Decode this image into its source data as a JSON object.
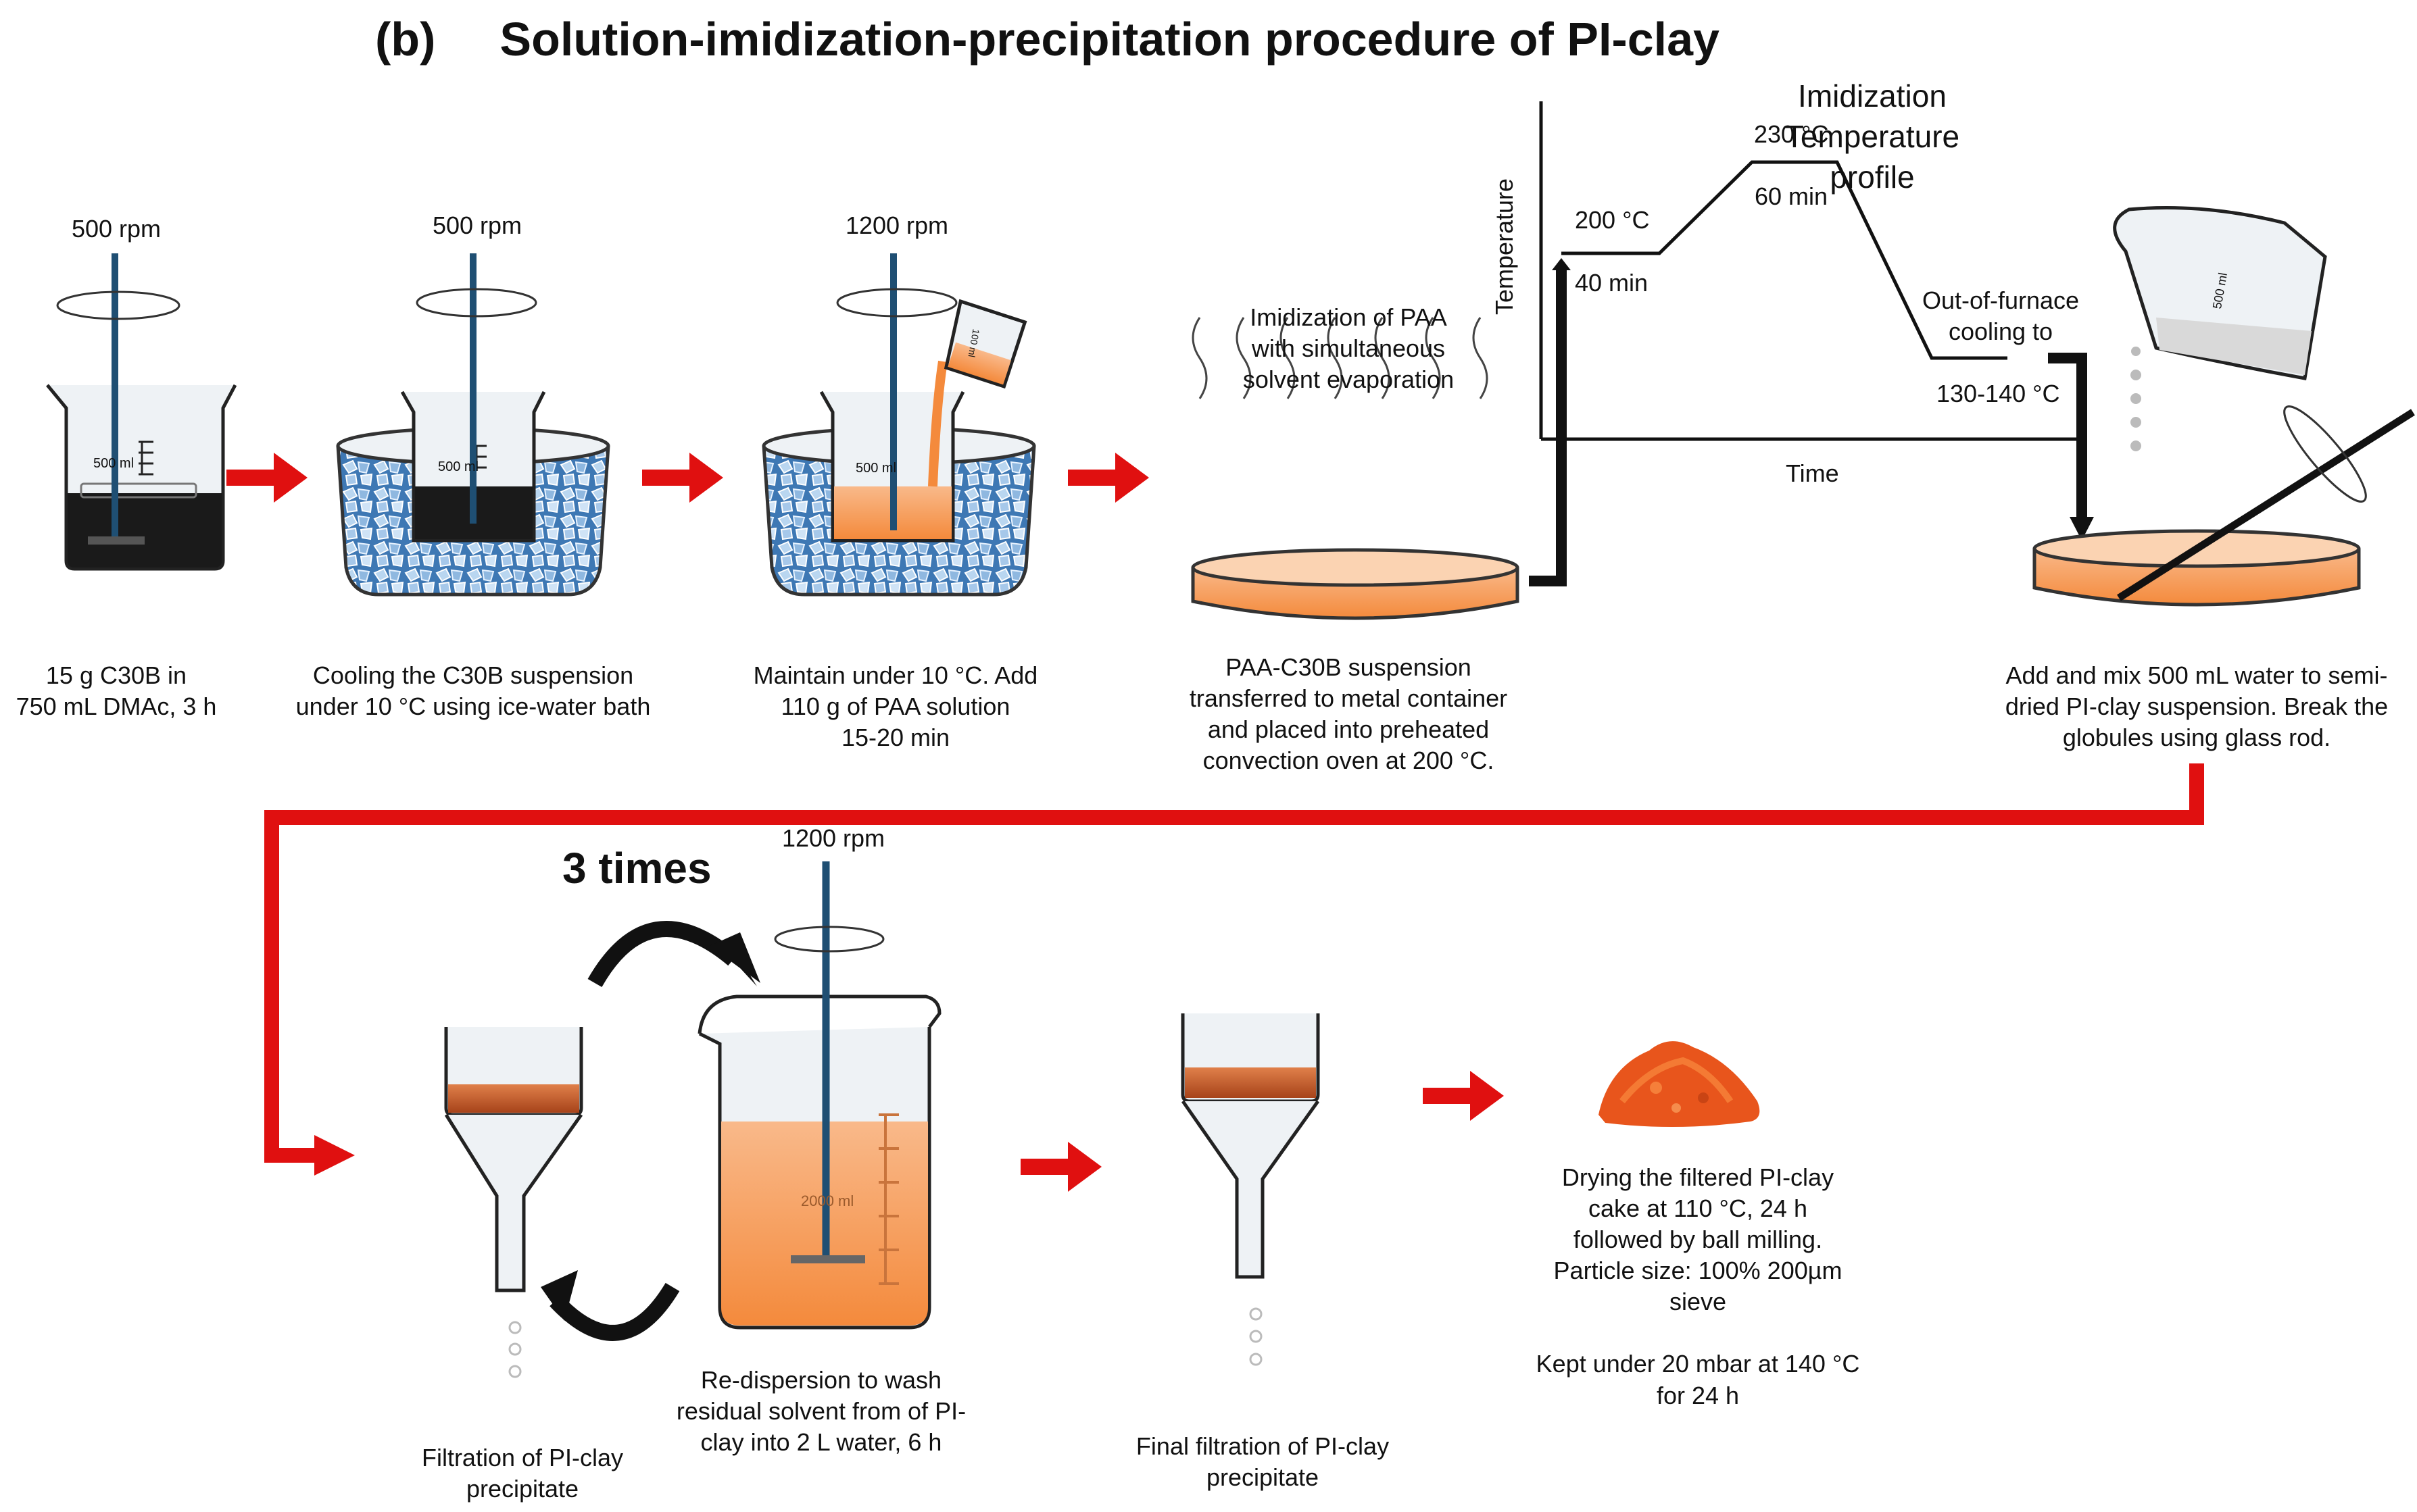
{
  "title": {
    "label": "(b)",
    "text": "Solution-imidization-precipitation procedure of PI-clay"
  },
  "colors": {
    "arrow_red": "#e01010",
    "orange": "#f7a35c",
    "dark_orange": "#c4501a",
    "ice_blue": "#5b93c9",
    "stirrer_blue": "#1f4f73"
  },
  "steps": [
    {
      "id": "step1",
      "rpm": "500 rpm",
      "beaker_mark": "500 ml",
      "lines": [
        "15 g C30B in",
        "750 mL DMAc, 3 h"
      ]
    },
    {
      "id": "step2",
      "rpm": "500 rpm",
      "beaker_mark": "500 ml",
      "lines": [
        "Cooling the C30B suspension",
        "under 10 °C using ice-water bath"
      ]
    },
    {
      "id": "step3",
      "rpm": "1200 rpm",
      "beaker_mark": "500 ml",
      "small_beaker_mark": "100 ml",
      "lines": [
        "Maintain under 10 °C. Add",
        "110 g of PAA solution",
        "15-20 min"
      ]
    },
    {
      "id": "step4",
      "heading": [
        "Imidization of PAA",
        "with simultaneous",
        "solvent evaporation"
      ],
      "lines": [
        "PAA-C30B suspension",
        "transferred to metal container",
        "and placed into preheated",
        "convection oven at 200 °C."
      ]
    },
    {
      "id": "step5",
      "beaker_mark": "500 ml",
      "lines": [
        "Add and mix 500 mL water to semi-",
        "dried PI-clay suspension. Break the",
        "globules using glass rod."
      ]
    },
    {
      "id": "step6",
      "lines": [
        "Filtration of PI-clay",
        "precipitate"
      ]
    },
    {
      "id": "step7",
      "rpm": "1200 rpm",
      "beaker_mark": "2000 ml",
      "repeat": "3 times",
      "lines": [
        "Re-dispersion to wash",
        "residual solvent from of PI-",
        "clay into 2 L water, 6 h"
      ]
    },
    {
      "id": "step8",
      "lines": [
        "Final filtration of PI-clay",
        "precipitate"
      ]
    },
    {
      "id": "step9",
      "lines": [
        "Drying the filtered PI-clay",
        "cake at 110 °C, 24 h",
        "followed by ball milling.",
        "Particle size: 100% 200µm",
        "sieve",
        "",
        "Kept under 20 mbar at 140 °C",
        "for 24 h"
      ]
    }
  ],
  "temperature_profile": {
    "title_lines": [
      "Imidization",
      "Temperature",
      "profile"
    ],
    "x_axis_label": "Time",
    "y_axis_label": "Temperature",
    "segments": [
      {
        "type": "hold",
        "temp": "200 °C",
        "duration": "40 min"
      },
      {
        "type": "ramp"
      },
      {
        "type": "hold",
        "temp": "230 °C",
        "duration": "60 min"
      },
      {
        "type": "cool",
        "label_lines": [
          "Out-of-furnace",
          "cooling to"
        ],
        "temp": "130-140 °C"
      }
    ]
  }
}
